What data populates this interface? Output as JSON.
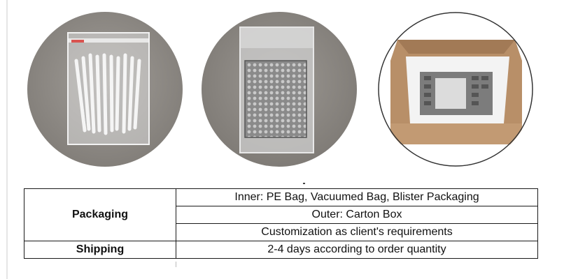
{
  "photos": [
    {
      "icon": "pe-bag-photo"
    },
    {
      "icon": "vacuum-bag-photo"
    },
    {
      "icon": "carton-box-photo"
    }
  ],
  "table": {
    "packaging_label": "Packaging",
    "packaging_rows": [
      "Inner: PE Bag, Vacuumed Bag, Blister Packaging",
      "Outer: Carton Box",
      "Customization as client's requirements"
    ],
    "shipping_label": "Shipping",
    "shipping_value": "2-4 days according to order quantity"
  },
  "colors": {
    "photo_background": "#8f8b86",
    "carton": "#b88f68",
    "border": "#1a1a1a"
  }
}
